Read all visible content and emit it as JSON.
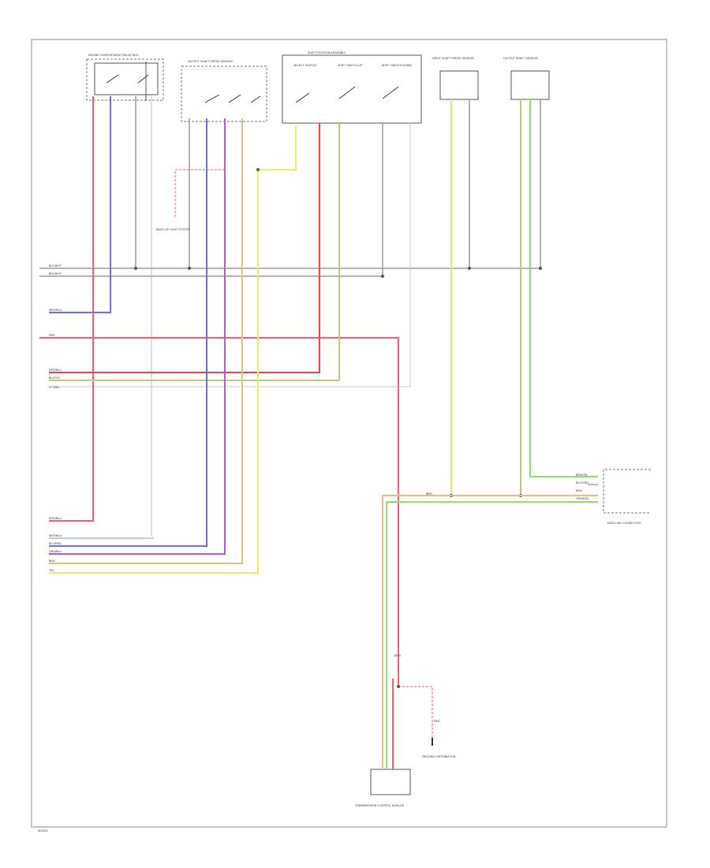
{
  "components": {
    "comp1": "ENGINE COMPARTMENT RELAY BOX",
    "comp2": "OUTPUT SHAFT SPEED SENSOR",
    "comp3": "SHIFT POSITION ASSEMBLY",
    "comp3_sub": [
      "SELECT SWITCH",
      "SHIFT SWITCH UP",
      "SHIFT SWITCH DOWN"
    ],
    "comp4": "INPUT SHAFT SPEED SENSOR",
    "comp5": "OUTPUT SHAFT SENSOR",
    "data_link": "DATA LINK CONNECTOR",
    "backup_note": "BACK-UP LIGHT SYSTEM",
    "ground_ref": "GROUND DISTRIBUTION",
    "ecm_bottom": "TRANSMISSION CONTROL MODULE"
  },
  "wire_labels": {
    "left": [
      "BLK/WHT",
      "BLK/WHT",
      "WHT/BLU",
      "RED",
      "RED/BLU",
      "BLU/YEL",
      "LT GRN",
      "RED/BLU",
      "WHT/BLU",
      "BLU/RED",
      "GRN/BLU",
      "BRN",
      "YEL"
    ],
    "right": [
      "BRN/YEL",
      "BLK/GRN",
      "BRN",
      "GRN/RED",
      "BRN"
    ],
    "bottom": [
      "BRN",
      "RED"
    ]
  },
  "footer": {
    "page_ref": "W/S001"
  },
  "colors": {
    "red": "#ff5a6e",
    "blue": "#6b6bff",
    "purple": "#b65cc8",
    "yellow": "#ecec6a",
    "green": "#8fe06a",
    "tan": "#d8c48a",
    "gray": "#9a9a9a",
    "dark": "#444444"
  }
}
